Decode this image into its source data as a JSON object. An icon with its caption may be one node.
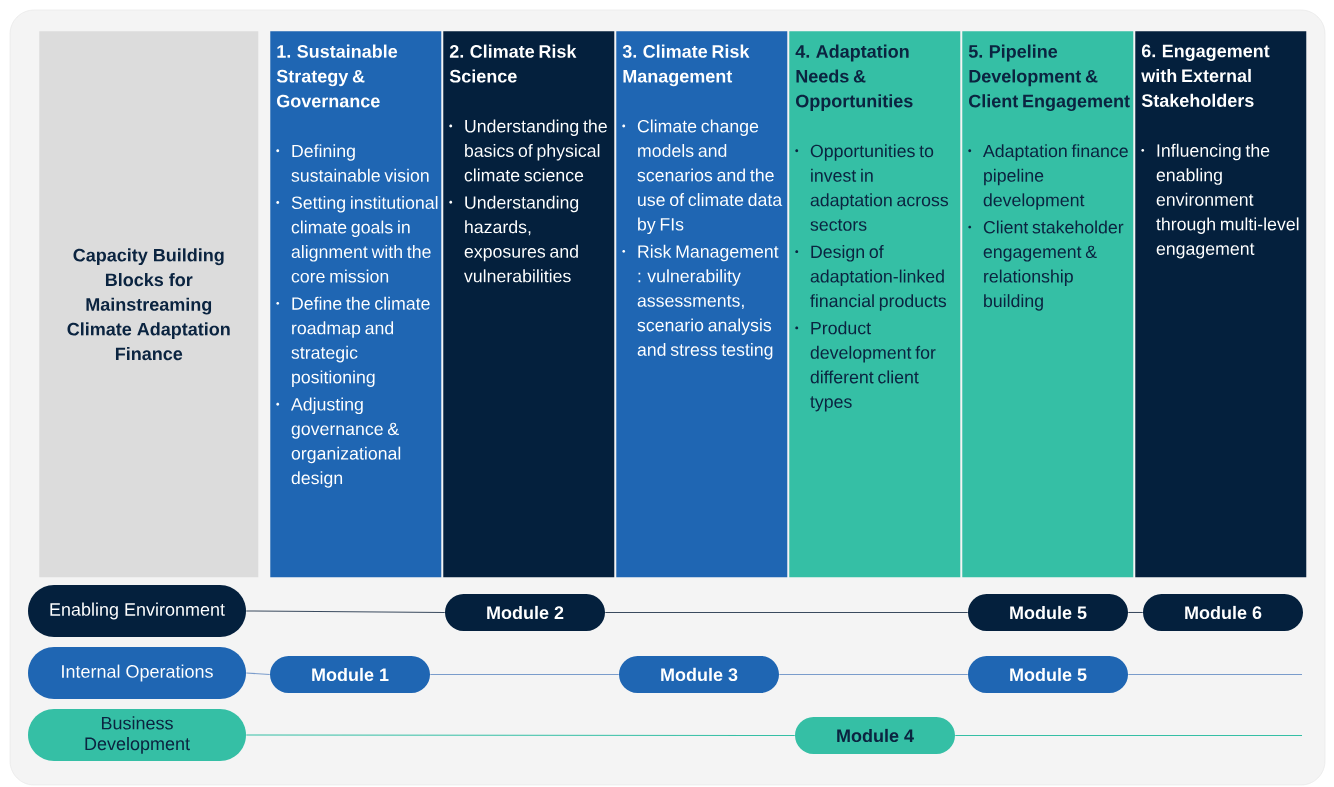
{
  "diagram": {
    "nodes": [
      {
        "text": [
          "Capacity Building Blocks for Mainstreaming Climate Adaptation Finance"
        ]
      },
      {
        "text": [
          "1. Sustainable Strategy & Governance",
          "Defining sustainable vision",
          "Setting institutional climate goals in alignment with the core mission",
          "Define the climate roadmap and strategic positioning",
          "Adjusting governance & organizational design"
        ]
      },
      {
        "text": [
          "2. Climate Risk Science",
          "Understanding the basics of physical climate science",
          "Understanding hazards, exposures and vulnerabilities"
        ]
      },
      {
        "text": [
          "3. Climate Risk Management",
          "Climate change models and scenarios and the use of climate data by FIs",
          "Risk Management : vulnerability assessments, scenario analysis and stress testing"
        ]
      },
      {
        "text": [
          "4. Adaptation Needs & Opportunities",
          "Opportunities to invest in adaptation across sectors",
          "Design of adaptation-linked financial products",
          "Product development for different client types"
        ]
      },
      {
        "text": [
          "5. Pipeline Development & Client Engagement",
          "Adaptation finance pipeline development",
          "Client stakeholder engagement & relationship building"
        ]
      },
      {
        "text": [
          "6. Engagement with External Stakeholders",
          "Influencing the enabling environment through multi-level engagement"
        ]
      },
      {
        "text": [
          "Enabling Environment"
        ]
      },
      {
        "text": [
          "Module 2"
        ]
      },
      {
        "text": [
          "Module 5"
        ]
      },
      {
        "text": [
          "Module 6"
        ]
      },
      {
        "text": [
          "Internal Operations"
        ]
      },
      {
        "text": [
          "Module 1"
        ]
      },
      {
        "text": [
          "Module 3"
        ]
      },
      {
        "text": [
          "Module 5"
        ]
      },
      {
        "text": [
          "Business Development"
        ]
      },
      {
        "text": [
          "Module 4"
        ]
      }
    ],
    "edges": [
      {
        "from": 7,
        "to": 8,
        "arrow": "none",
        "color": "#3a4a5e"
      },
      {
        "from": 8,
        "to": 9,
        "arrow": "none",
        "color": "#3a4a5e"
      },
      {
        "from": 9,
        "to": 10,
        "arrow": "none",
        "color": "#3a4a5e"
      },
      {
        "from": 11,
        "to": 12,
        "arrow": "none",
        "color": "#7a9ccb"
      },
      {
        "from": 12,
        "to": 13,
        "arrow": "none",
        "color": "#7a9ccb"
      },
      {
        "from": 13,
        "to": 14,
        "arrow": "none",
        "color": "#7a9ccb"
      },
      {
        "from": 14,
        "to": null,
        "arrow": "none",
        "color": "#7a9ccb"
      },
      {
        "from": 15,
        "to": 16,
        "arrow": "none",
        "color": "#35bfa5"
      },
      {
        "from": 16,
        "to": null,
        "arrow": "none",
        "color": "#35bfa5"
      }
    ]
  }
}
